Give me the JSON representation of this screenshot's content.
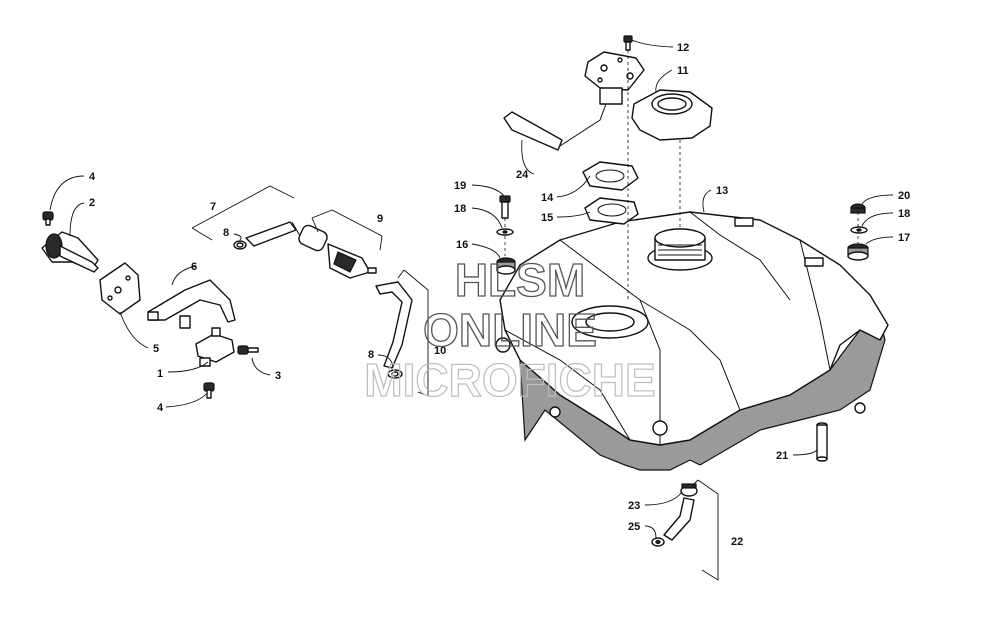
{
  "watermark": {
    "line1": "HLSM",
    "line2": "ONLINE",
    "line3": "MICROFICHE"
  },
  "callouts": {
    "c1": "1",
    "c2": "2",
    "c3": "3",
    "c4a": "4",
    "c4b": "4",
    "c5": "5",
    "c6": "6",
    "c7": "7",
    "c8a": "8",
    "c8b": "8",
    "c9": "9",
    "c10": "10",
    "c11": "11",
    "c12": "12",
    "c13": "13",
    "c14": "14",
    "c15": "15",
    "c16": "16",
    "c17": "17",
    "c18a": "18",
    "c18b": "18",
    "c19": "19",
    "c20": "20",
    "c21": "21",
    "c22": "22",
    "c23": "23",
    "c24": "24",
    "c25": "25"
  }
}
